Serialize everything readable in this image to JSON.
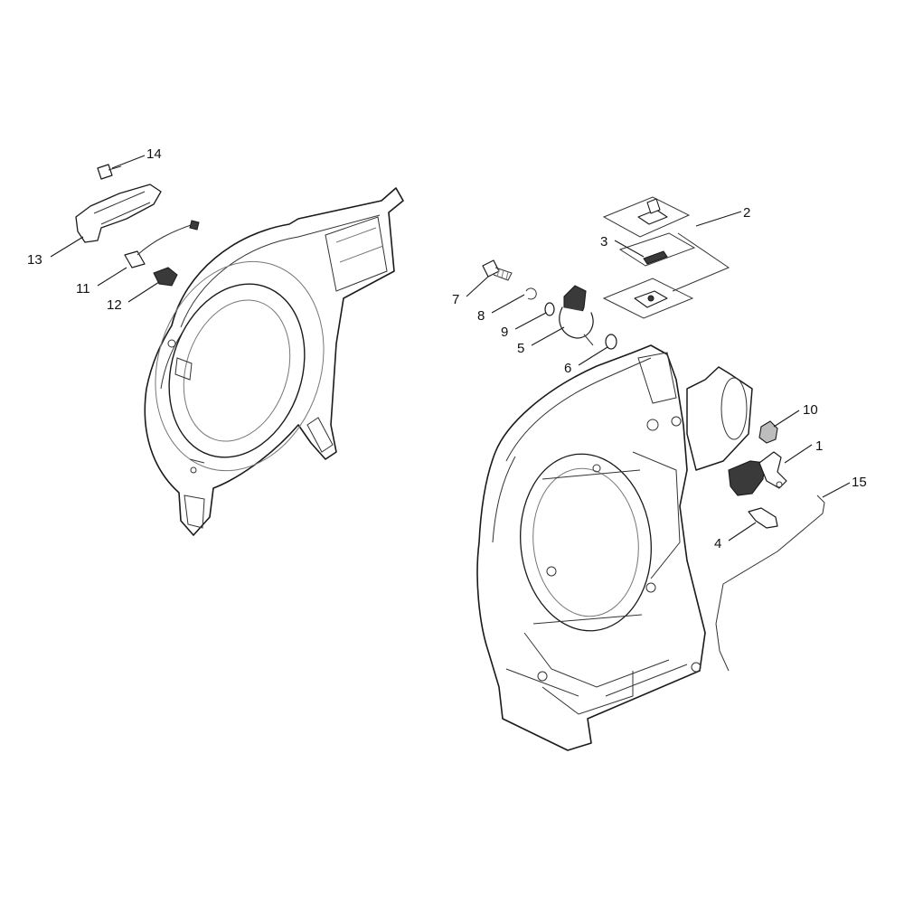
{
  "callouts": [
    {
      "id": "1",
      "label": "1"
    },
    {
      "id": "2",
      "label": "2"
    },
    {
      "id": "3",
      "label": "3"
    },
    {
      "id": "4",
      "label": "4"
    },
    {
      "id": "5",
      "label": "5"
    },
    {
      "id": "6",
      "label": "6"
    },
    {
      "id": "7",
      "label": "7"
    },
    {
      "id": "8",
      "label": "8"
    },
    {
      "id": "9",
      "label": "9"
    },
    {
      "id": "10",
      "label": "10"
    },
    {
      "id": "11",
      "label": "11"
    },
    {
      "id": "12",
      "label": "12"
    },
    {
      "id": "13",
      "label": "13"
    },
    {
      "id": "14",
      "label": "14"
    },
    {
      "id": "15",
      "label": "15"
    }
  ],
  "colors": {
    "line": "#1a1a1a",
    "background": "#ffffff",
    "part_dark": "#3a3a3a",
    "part_grey": "#bdbdbd"
  }
}
